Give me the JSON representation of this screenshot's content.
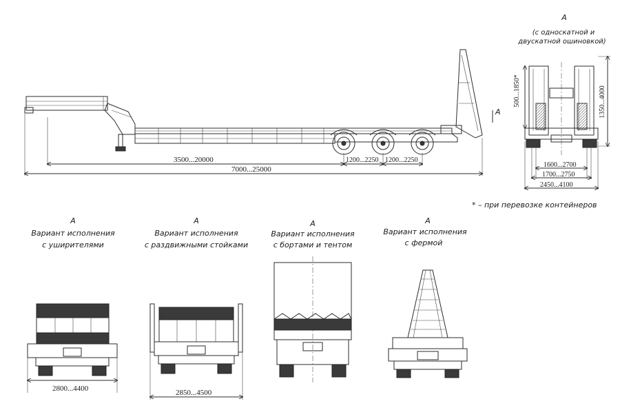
{
  "side_view": {
    "section_marker": "A",
    "dimensions": {
      "deck_length": "3500...20000",
      "overall_length": "7000...25000",
      "axle_spacing_1": "1200...2250",
      "axle_spacing_2": "1200...2250"
    }
  },
  "rear_view": {
    "title": "A",
    "subtitle_line1": "(с односкатной и",
    "subtitle_line2": "двускатной ошиновкой)",
    "dim_height_deck": "500...1850*",
    "dim_height_total": "1350...4000",
    "dim_track_inner": "1600...2700",
    "dim_track_outer": "1700...2750",
    "dim_width": "2450...4100"
  },
  "footnote": "* – при перевозке контейнеров",
  "variants": [
    {
      "letter": "A",
      "line1": "Вариант исполнения",
      "line2": "с уширителями",
      "width": "2800...4400"
    },
    {
      "letter": "A",
      "line1": "Вариант исполнения",
      "line2": "с раздвижными стойками",
      "width": "2850...4500"
    },
    {
      "letter": "A",
      "line1": "Вариант исполнения",
      "line2": "с бортами и тентом",
      "width": ""
    },
    {
      "letter": "A",
      "line1": "Вариант исполнения",
      "line2": "с фермой",
      "width": ""
    }
  ]
}
